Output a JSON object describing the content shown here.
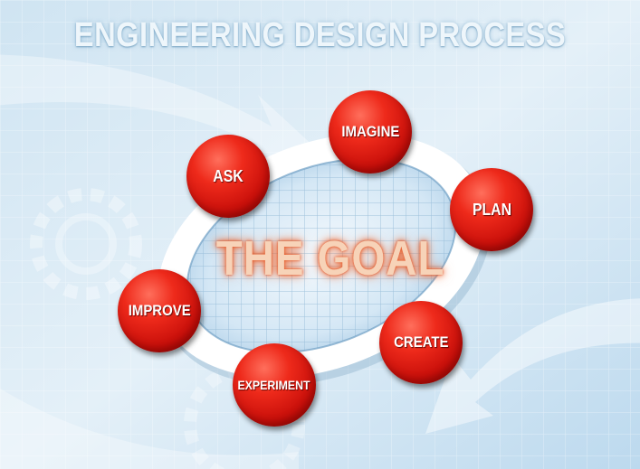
{
  "header": {
    "title": "ENGINEERING DESIGN PROCESS"
  },
  "diagram": {
    "center_label": "THE GOAL",
    "steps": [
      {
        "label": "ASK"
      },
      {
        "label": "IMAGINE"
      },
      {
        "label": "PLAN"
      },
      {
        "label": "CREATE"
      },
      {
        "label": "EXPERIMENT"
      },
      {
        "label": "IMPROVE"
      }
    ]
  },
  "colors": {
    "background": "#cfe5f3",
    "step_circle": "#d9160f",
    "ring": "#ffffff",
    "goal_glow": "#e85a2a"
  }
}
